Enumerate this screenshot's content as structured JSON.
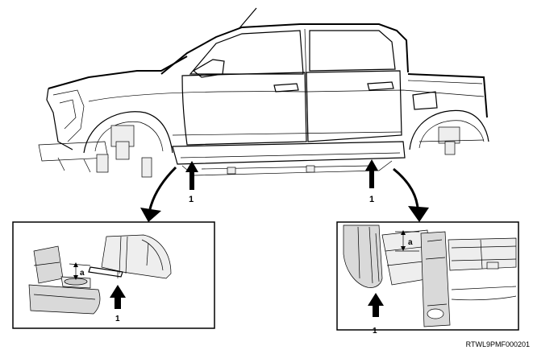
{
  "callouts": {
    "jack_point": "1",
    "height_dimension": "a"
  },
  "figure_code": "RTWL9PMF000201"
}
